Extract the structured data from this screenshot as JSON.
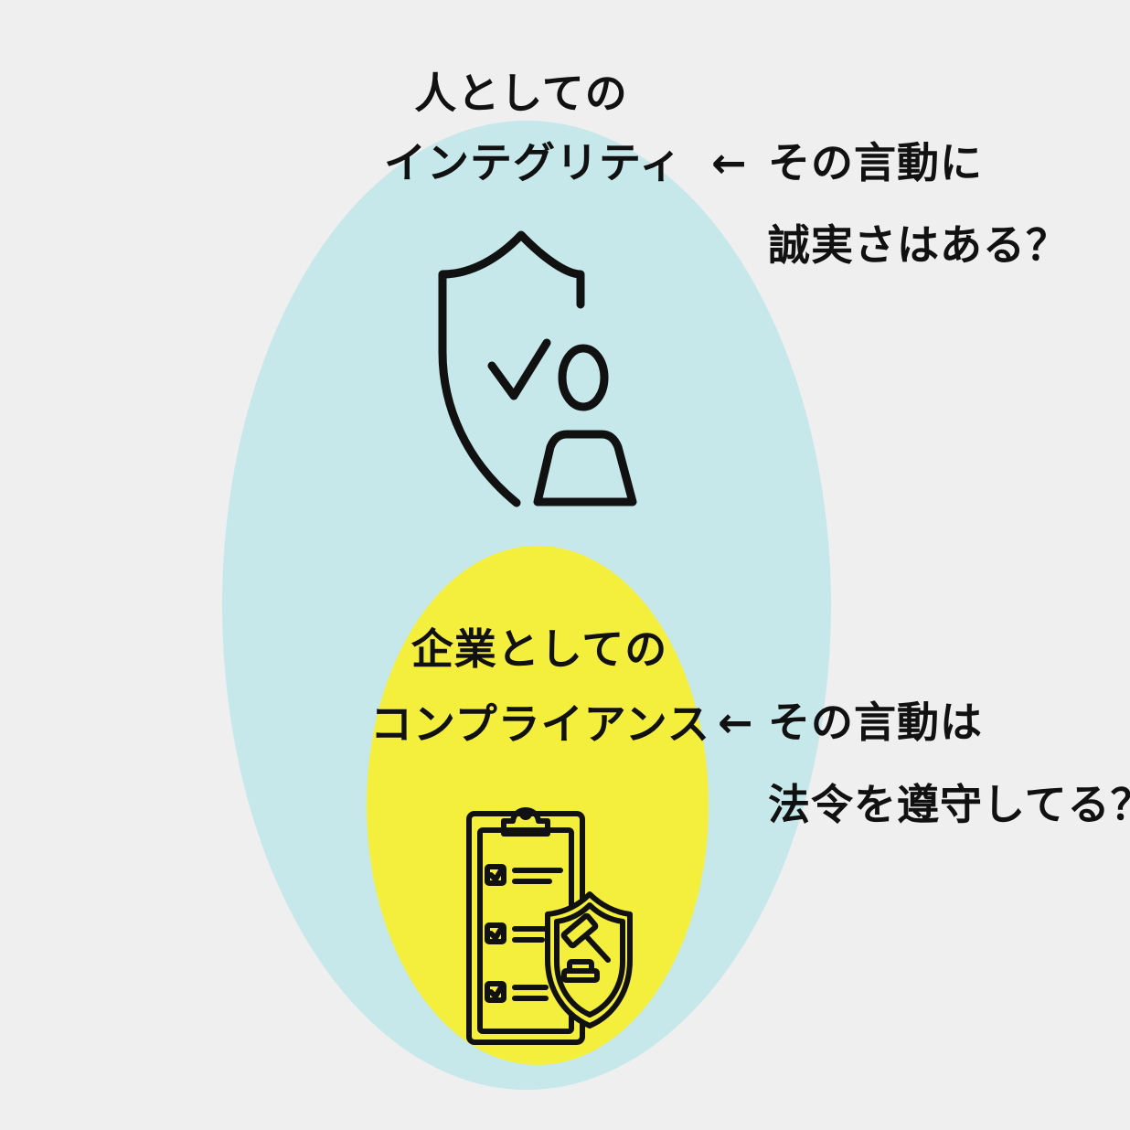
{
  "colors": {
    "background": "#efeff0",
    "integrity_circle": "#c6e8ea",
    "compliance_circle": "#f4ef3d",
    "text": "#111111"
  },
  "integrity": {
    "title_line1": "人としての",
    "title_line2": "インテグリティ",
    "icon": "shield-person-check-icon",
    "note_arrow": "←",
    "note_line1": "その言動に",
    "note_line2": "誠実さはある？"
  },
  "compliance": {
    "title_line1": "企業としての",
    "title_line2": "コンプライアンス",
    "icon": "clipboard-checklist-gavel-shield-icon",
    "note_arrow": "←",
    "note_line1": "その言動は",
    "note_line2": "法令を遵守してる？"
  }
}
